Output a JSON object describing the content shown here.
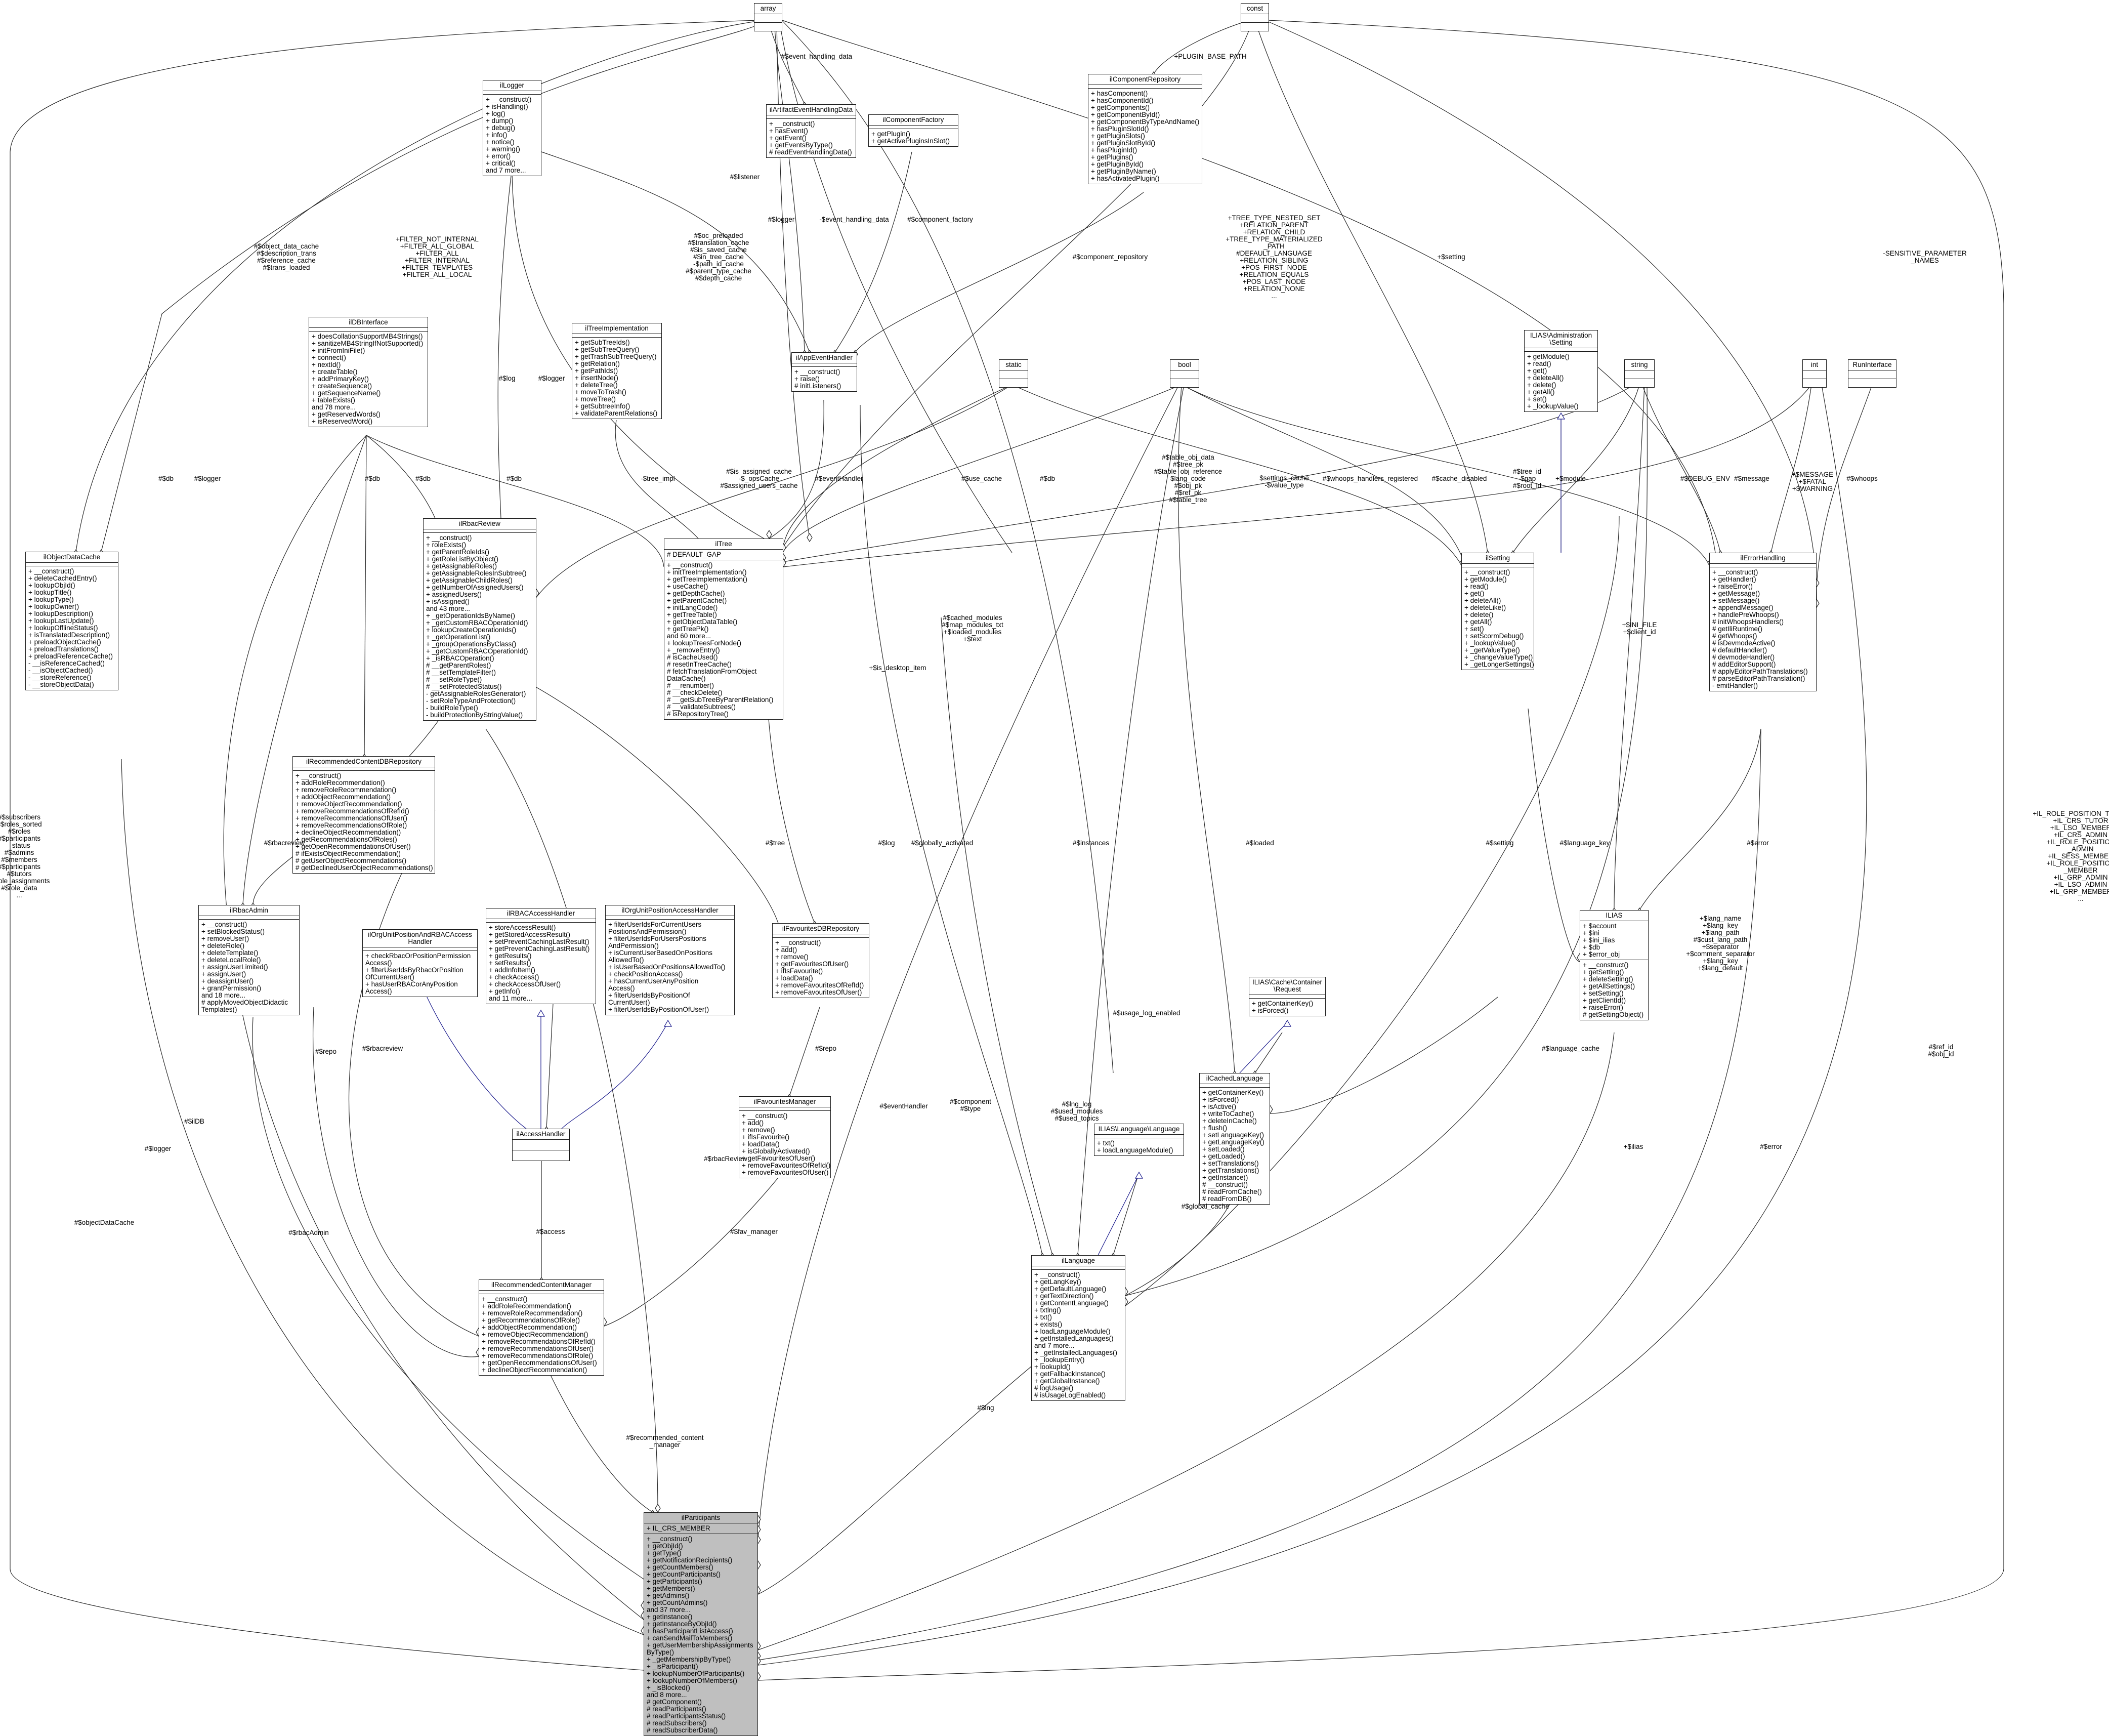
{
  "nodes": [
    {
      "id": "array",
      "title": "array",
      "attrs": "",
      "methods": ""
    },
    {
      "id": "const",
      "title": "const",
      "attrs": "",
      "methods": ""
    },
    {
      "id": "ilLogger",
      "title": "ilLogger",
      "attrs": "",
      "methods": "+ __construct()\n+ isHandling()\n+ log()\n+ dump()\n+ debug()\n+ info()\n+ notice()\n+ warning()\n+ error()\n+ critical()\nand 7 more..."
    },
    {
      "id": "ilArtifactEventHandlingData",
      "title": "ilArtifactEventHandlingData",
      "attrs": "",
      "methods": "+ __construct()\n+ hasEvent()\n+ getEvent()\n+ getEventsByType()\n# readEventHandlingData()"
    },
    {
      "id": "ilComponentFactory",
      "title": "ilComponentFactory",
      "attrs": "",
      "methods": "+ getPlugin()\n+ getActivePluginsInSlot()"
    },
    {
      "id": "ilComponentRepository",
      "title": "ilComponentRepository",
      "attrs": "",
      "methods": "+ hasComponent()\n+ hasComponentId()\n+ getComponents()\n+ getComponentById()\n+ getComponentByTypeAndName()\n+ hasPluginSlotId()\n+ getPluginSlots()\n+ getPluginSlotById()\n+ hasPluginId()\n+ getPlugins()\n+ getPluginById()\n+ getPluginByName()\n+ hasActivatedPlugin()"
    },
    {
      "id": "ilDBInterface",
      "title": "ilDBInterface",
      "attrs": "",
      "methods": "+ doesCollationSupportMB4Strings()\n+ sanitizeMB4StringIfNotSupported()\n+ initFromIniFile()\n+ connect()\n+ nextId()\n+ createTable()\n+ addPrimaryKey()\n+ createSequence()\n+ getSequenceName()\n+ tableExists()\nand 78 more...\n+ getReservedWords()\n+ isReservedWord()"
    },
    {
      "id": "ilTreeImplementation",
      "title": "ilTreeImplementation",
      "attrs": "",
      "methods": "+ getSubTreeIds()\n+ getSubTreeQuery()\n+ getTrashSubTreeQuery()\n+ getRelation()\n+ getPathIds()\n+ insertNode()\n+ deleteTree()\n+ moveToTrash()\n+ moveTree()\n+ getSubtreeInfo()\n+ validateParentRelations()"
    },
    {
      "id": "ilAppEventHandler",
      "title": "ilAppEventHandler",
      "attrs": "",
      "methods": "+ __construct()\n+ raise()\n# initListeners()"
    },
    {
      "id": "static",
      "title": "static",
      "attrs": "",
      "methods": ""
    },
    {
      "id": "bool",
      "title": "bool",
      "attrs": "",
      "methods": ""
    },
    {
      "id": "ILIASAdminSetting",
      "title": "ILIAS\\Administration\n\\Setting",
      "attrs": "",
      "methods": "+ getModule()\n+ read()\n+ get()\n+ deleteAll()\n+ delete()\n+ getAll()\n+ set()\n+ _lookupValue()"
    },
    {
      "id": "string",
      "title": "string",
      "attrs": "",
      "methods": ""
    },
    {
      "id": "int",
      "title": "int",
      "attrs": "",
      "methods": ""
    },
    {
      "id": "RunInterface",
      "title": "RunInterface",
      "attrs": "",
      "methods": ""
    },
    {
      "id": "ilObjectDataCache",
      "title": "ilObjectDataCache",
      "attrs": "",
      "methods": "+ __construct()\n+ deleteCachedEntry()\n+ lookupObjId()\n+ lookupTitle()\n+ lookupType()\n+ lookupOwner()\n+ lookupDescription()\n+ lookupLastUpdate()\n+ lookupOfflineStatus()\n+ isTranslatedDescription()\n+ preloadObjectCache()\n+ preloadTranslations()\n+ preloadReferenceCache()\n- __isReferenceCached()\n- __isObjectCached()\n- __storeReference()\n- __storeObjectData()"
    },
    {
      "id": "ilRbacReview",
      "title": "ilRbacReview",
      "attrs": "",
      "methods": "+ __construct()\n+ roleExists()\n+ getParentRoleIds()\n+ getRoleListByObject()\n+ getAssignableRoles()\n+ getAssignableRolesInSubtree()\n+ getAssignableChildRoles()\n+ getNumberOfAssignedUsers()\n+ assignedUsers()\n+ isAssigned()\nand 43 more...\n+ _getOperationIdsByName()\n+ _getCustomRBACOperationId()\n+ lookupCreateOperationIds()\n+ _getOperationList()\n+ _groupOperationsByClass()\n+ _getCustomRBACOperationId()\n+ _isRBACOperation()\n# __getParentRoles()\n# __setTemplateFilter()\n# __setRoleType()\n# __setProtectedStatus()\n- getAssignableRolesGenerator()\n- setRoleTypeAndProtection()\n- buildRoleType()\n- buildProtectionByStringValue()"
    },
    {
      "id": "ilTree",
      "title": "ilTree",
      "attrs": "# DEFAULT_GAP",
      "methods": "+ __construct()\n+ initTreeImplementation()\n+ getTreeImplementation()\n+ useCache()\n+ getDepthCache()\n+ getParentCache()\n+ initLangCode()\n+ getTreeTable()\n+ getObjectDataTable()\n+ getTreePk()\nand 60 more...\n+ lookupTreesForNode()\n+ _removeEntry()\n# isCacheUsed()\n# resetInTreeCache()\n# fetchTranslationFromObject\nDataCache()\n# __renumber()\n# __checkDelete()\n# __getSubTreeByParentRelation()\n# __validateSubtrees()\n# isRepositoryTree()"
    },
    {
      "id": "ilSetting",
      "title": "ilSetting",
      "attrs": "",
      "methods": "+ __construct()\n+ getModule()\n+ read()\n+ get()\n+ deleteAll()\n+ deleteLike()\n+ delete()\n+ getAll()\n+ set()\n+ setScormDebug()\n+ _lookupValue()\n+ _getValueType()\n+ _changeValueType()\n+ _getLongerSettings()"
    },
    {
      "id": "ilErrorHandling",
      "title": "ilErrorHandling",
      "attrs": "",
      "methods": "+ __construct()\n+ getHandler()\n+ raiseError()\n+ getMessage()\n+ setMessage()\n+ appendMessage()\n+ handlePreWhoops()\n# initWhoopsHandlers()\n# getIliRuntime()\n# getWhoops()\n# isDevmodeActive()\n# defaultHandler()\n# devmodeHandler()\n# addEditorSupport()\n# applyEditorPathTranslations()\n# parseEditorPathTranslation()\n- emitHandler()"
    },
    {
      "id": "ilRecommendedContentDBRepository",
      "title": "ilRecommendedContentDBRepository",
      "attrs": "",
      "methods": "+ __construct()\n+ addRoleRecommendation()\n+ removeRoleRecommendation()\n+ addObjectRecommendation()\n+ removeObjectRecommendation()\n+ removeRecommendationsOfRefId()\n+ removeRecommendationsOfUser()\n+ removeRecommendationsOfRole()\n+ declineObjectRecommendation()\n+ getRecommendationsOfRoles()\n+ getOpenRecommendationsOfUser()\n# ifExistsObjectRecommendation()\n# getUserObjectRecommendations()\n# getDeclinedUserObjectRecommendations()"
    },
    {
      "id": "ilRbacAdmin",
      "title": "ilRbacAdmin",
      "attrs": "",
      "methods": "+ __construct()\n+ setBlockedStatus()\n+ removeUser()\n+ deleteRole()\n+ deleteTemplate()\n+ deleteLocalRole()\n+ assignUserLimited()\n+ assignUser()\n+ deassignUser()\n+ grantPermission()\nand 18 more...\n# applyMovedObjectDidactic\nTemplates()"
    },
    {
      "id": "ilOrgUnitPositionAndRBACAccessHandler",
      "title": "ilOrgUnitPositionAndRBACAccess\nHandler",
      "attrs": "",
      "methods": "+ checkRbacOrPositionPermission\nAccess()\n+ filterUserIdsByRbacOrPosition\nOfCurrentUser()\n+ hasUserRBACorAnyPosition\nAccess()"
    },
    {
      "id": "ilRBACAccessHandler",
      "title": "ilRBACAccessHandler",
      "attrs": "",
      "methods": "+ storeAccessResult()\n+ getStoredAccessResult()\n+ setPreventCachingLastResult()\n+ getPreventCachingLastResult()\n+ getResults()\n+ setResults()\n+ addInfoItem()\n+ checkAccess()\n+ checkAccessOfUser()\n+ getInfo()\nand 11 more..."
    },
    {
      "id": "ilOrgUnitPositionAccessHandler",
      "title": "ilOrgUnitPositionAccessHandler",
      "attrs": "",
      "methods": "+ filterUserIdsForCurrentUsers\nPositionsAndPermission()\n+ filterUserIdsForUsersPositions\nAndPermission()\n+ isCurrentUserBasedOnPositions\nAllowedTo()\n+ isUserBasedOnPositionsAllowedTo()\n+ checkPositionAccess()\n+ hasCurrentUserAnyPosition\nAccess()\n+ filterUserIdsByPositionOf\nCurrentUser()\n+ filterUserIdsByPositionOfUser()"
    },
    {
      "id": "ilFavouritesDBRepository",
      "title": "ilFavouritesDBRepository",
      "attrs": "",
      "methods": "+ __construct()\n+ add()\n+ remove()\n+ getFavouritesOfUser()\n+ ifIsFavourite()\n+ loadData()\n+ removeFavouritesOfRefId()\n+ removeFavouritesOfUser()"
    },
    {
      "id": "ILIASCacheContainerRequest",
      "title": "ILIAS\\Cache\\Container\n\\Request",
      "attrs": "",
      "methods": "+ getContainerKey()\n+ isForced()"
    },
    {
      "id": "ILIAS",
      "title": "ILIAS",
      "attrs": "+ $account\n+ $ini\n+ $ini_ilias\n+ $db\n+ $error_obj",
      "methods": "+ __construct()\n+ getSetting()\n+ deleteSetting()\n+ getAllSettings()\n+ setSetting()\n+ getClientId()\n+ raiseError()\n# getSettingObject()"
    },
    {
      "id": "ilAccessHandler",
      "title": "ilAccessHandler",
      "attrs": "",
      "methods": ""
    },
    {
      "id": "ilFavouritesManager",
      "title": "ilFavouritesManager",
      "attrs": "",
      "methods": "+ __construct()\n+ add()\n+ remove()\n+ ifIsFavourite()\n+ loadData()\n+ isGloballyActivated()\n+ getFavouritesOfUser()\n+ removeFavouritesOfRefId()\n+ removeFavouritesOfUser()"
    },
    {
      "id": "ilCachedLanguage",
      "title": "ilCachedLanguage",
      "attrs": "",
      "methods": "+ getContainerKey()\n+ isForced()\n+ isActive()\n+ writeToCache()\n+ deleteInCache()\n+ flush()\n+ setLanguageKey()\n+ getLanguageKey()\n+ setLoaded()\n+ getLoaded()\n+ setTranslations()\n+ getTranslations()\n+ getInstance()\n# __construct()\n# readFromCache()\n# readFromDB()"
    },
    {
      "id": "ILIASLanguageLanguage",
      "title": "ILIAS\\Language\\Language",
      "attrs": "",
      "methods": "+ txt()\n+ loadLanguageModule()"
    },
    {
      "id": "ilRecommendedContentManager",
      "title": "ilRecommendedContentManager",
      "attrs": "",
      "methods": "+ __construct()\n+ addRoleRecommendation()\n+ removeRoleRecommendation()\n+ getRecommendationsOfRole()\n+ addObjectRecommendation()\n+ removeObjectRecommendation()\n+ removeRecommendationsOfRefId()\n+ removeRecommendationsOfUser()\n+ removeRecommendationsOfRole()\n+ getOpenRecommendationsOfUser()\n+ declineObjectRecommendation()"
    },
    {
      "id": "ilLanguage",
      "title": "ilLanguage",
      "attrs": "",
      "methods": "+ __construct()\n+ getLangKey()\n+ getDefaultLanguage()\n+ getTextDirection()\n+ getContentLanguage()\n+ txtlng()\n+ txt()\n+ exists()\n+ loadLanguageModule()\n+ getInstalledLanguages()\nand 7 more...\n+ _getInstalledLanguages()\n+ _lookupEntry()\n+ lookupId()\n+ getFallbackInstance()\n+ getGlobalInstance()\n# logUsage()\n# isUsageLogEnabled()"
    },
    {
      "id": "ilParticipants",
      "title": "ilParticipants",
      "attrs": "+ IL_CRS_MEMBER",
      "methods": "+ __construct()\n+ getObjId()\n+ getType()\n+ getNotificationRecipients()\n+ getCountMembers()\n+ getCountParticipants()\n+ getParticipants()\n+ getMembers()\n+ getAdmins()\n+ getCountAdmins()\nand 37 more...\n+ getInstance()\n+ getInstanceByObjId()\n+ hasParticipantListAccess()\n+ canSendMailToMembers()\n+ getUserMembershipAssignments\nByType()\n+ _getMembershipByType()\n+ _isParticipant()\n+ lookupNumberOfParticipants()\n+ lookupNumberOfMembers()\n+ _isBlocked()\nand 8 more...\n# getComponent()\n# readParticipants()\n# readParticipantsStatus()\n# readSubscribers()\n# readSubscriberData()"
    }
  ],
  "edge_labels": [
    "#$event_handling_data",
    "+PLUGIN_BASE_PATH",
    "#$listener",
    "#$object_data_cache\n#$description_trans\n#$reference_cache\n#$trans_loaded",
    "+FILTER_NOT_INTERNAL\n+FILTER_ALL_GLOBAL\n+FILTER_ALL\n+FILTER_INTERNAL\n+FILTER_TEMPLATES\n+FILTER_ALL_LOCAL",
    "#$oc_preloaded\n#$translation_cache\n#$is_saved_cache\n#$in_tree_cache\n-$path_id_cache\n#$parent_type_cache\n#$depth_cache",
    "#$logger",
    "-$event_handling_data",
    "#$component_factory",
    "#$component_repository",
    "+TREE_TYPE_NESTED_SET\n+RELATION_PARENT\n+RELATION_CHILD\n+TREE_TYPE_MATERIALIZED\n_PATH\n#DEFAULT_LANGUAGE\n+RELATION_SIBLING\n+POS_FIRST_NODE\n+RELATION_EQUALS\n+POS_LAST_NODE\n+RELATION_NONE\n...",
    "+$setting",
    "-SENSITIVE_PARAMETER\n_NAMES",
    "#$log",
    "#$logger",
    "-$tree_impl",
    "#$is_assigned_cache\n-$_opsCache\n#$assigned_users_cache",
    "#$eventHandler",
    "#$use_cache",
    "#$db",
    "#$table_obj_data\n#$tree_pk\n#$table_obj_reference\n$lang_code\n#$obj_pk\n#$ref_pk\n#$table_tree",
    "$settings_cache\n-$value_type",
    "#$whoops_handlers_registered",
    "#$cache_disabled",
    "#$tree_id\n-$gap\n#$root_id",
    "+$module",
    "#$DEBUG_ENV",
    "#$message",
    "+$MESSAGE\n+$FATAL\n+$WARNING",
    "#$whoops",
    "#$db",
    "#$db",
    "#$db",
    "#$db",
    "#$logger",
    "#$subscribers\n#$roles_sorted\n#$roles\n#$participants\n_status\n#$admins\n#$members\n#$participants\n#$tutors\n#$role_assignments\n#$role_data\n...",
    "+IL_ROLE_POSITION_TUTOR\n+IL_CRS_TUTOR\n+IL_LSO_MEMBER\n+IL_CRS_ADMIN\n+IL_ROLE_POSITION\n_ADMIN\n+IL_SESS_MEMBER\n+IL_ROLE_POSITION\n_MEMBER\n+IL_GRP_ADMIN\n+IL_LSO_ADMIN\n+IL_GRP_MEMBER\n...",
    "+$is_desktop_item",
    "#$cached_modules\n#$map_modules_txt\n+$loaded_modules\n+$text",
    "+$INI_FILE\n+$client_id",
    "#$rbacreview",
    "#$tree",
    "#$log",
    "#$globally_activated",
    "#$instances",
    "#$loaded",
    "#$setting",
    "#$language_key",
    "#$error",
    "#$repo",
    "#$rbacreview",
    "#$lng_log\n#$used_modules\n#$used_topics",
    "#$usage_log_enabled",
    "+$lang_name\n+$lang_key\n+$lang_path\n#$cust_lang_path\n+$separator\n+$comment_separator\n+$lang_key\n+$lang_default",
    "#$language_cache",
    "#$logger",
    "#$ilDB",
    "#$objectDataCache",
    "#$rbacAdmin",
    "#$repo",
    "#$access",
    "#$fav_manager",
    "#$eventHandler",
    "#$rbacReview",
    "#$component\n#$type",
    "#$global_cache",
    "+$ilias",
    "#$error",
    "#$ref_id\n#$obj_id",
    "#$recommended_content\n_manager",
    "#$lng"
  ]
}
